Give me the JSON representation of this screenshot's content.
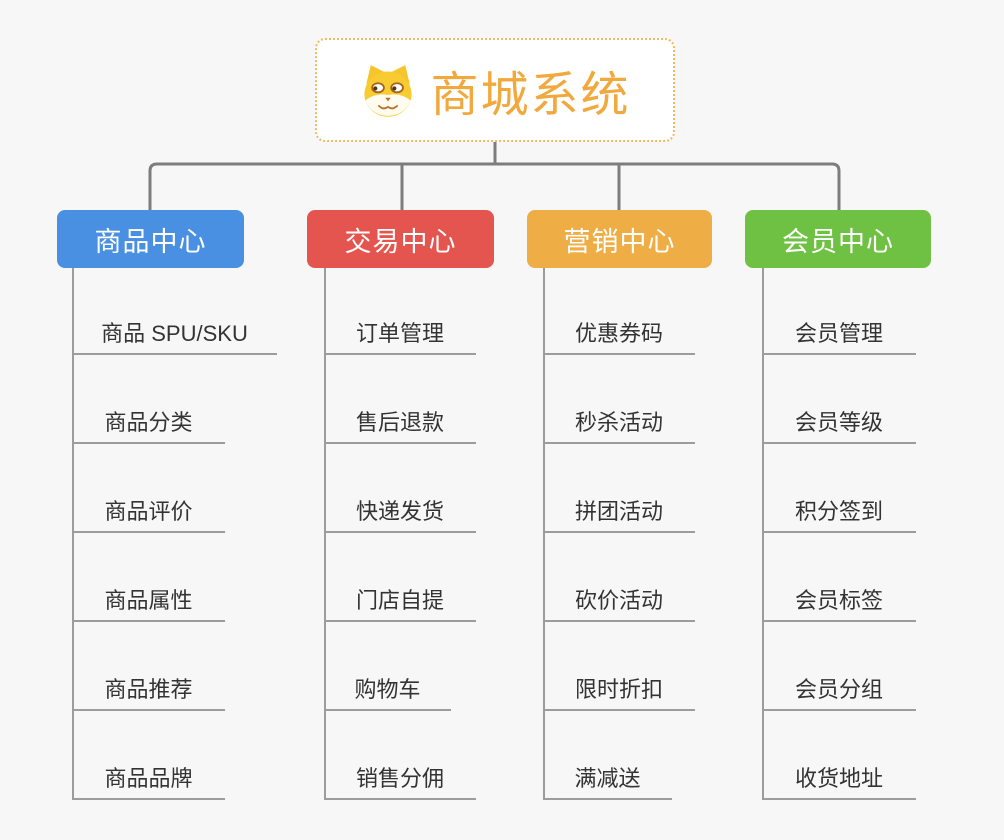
{
  "root": {
    "title": "商城系统",
    "icon": "doge-icon"
  },
  "branches": [
    {
      "label": "商品中心",
      "color": "#4A90E2",
      "children": [
        "商品 SPU/SKU",
        "商品分类",
        "商品评价",
        "商品属性",
        "商品推荐",
        "商品品牌"
      ]
    },
    {
      "label": "交易中心",
      "color": "#E4554F",
      "children": [
        "订单管理",
        "售后退款",
        "快递发货",
        "门店自提",
        "购物车",
        "销售分佣"
      ]
    },
    {
      "label": "营销中心",
      "color": "#EFAD45",
      "children": [
        "优惠券码",
        "秒杀活动",
        "拼团活动",
        "砍价活动",
        "限时折扣",
        "满减送"
      ]
    },
    {
      "label": "会员中心",
      "color": "#6FC143",
      "children": [
        "会员管理",
        "会员等级",
        "积分签到",
        "会员标签",
        "会员分组",
        "收货地址"
      ]
    }
  ],
  "colors": {
    "background": "#F7F7F7",
    "root_text": "#F1A83C",
    "root_border": "#F3B95F",
    "connector_line": "#7D7D7D",
    "branch_line": "#9C9C9C",
    "child_text": "#333333"
  }
}
